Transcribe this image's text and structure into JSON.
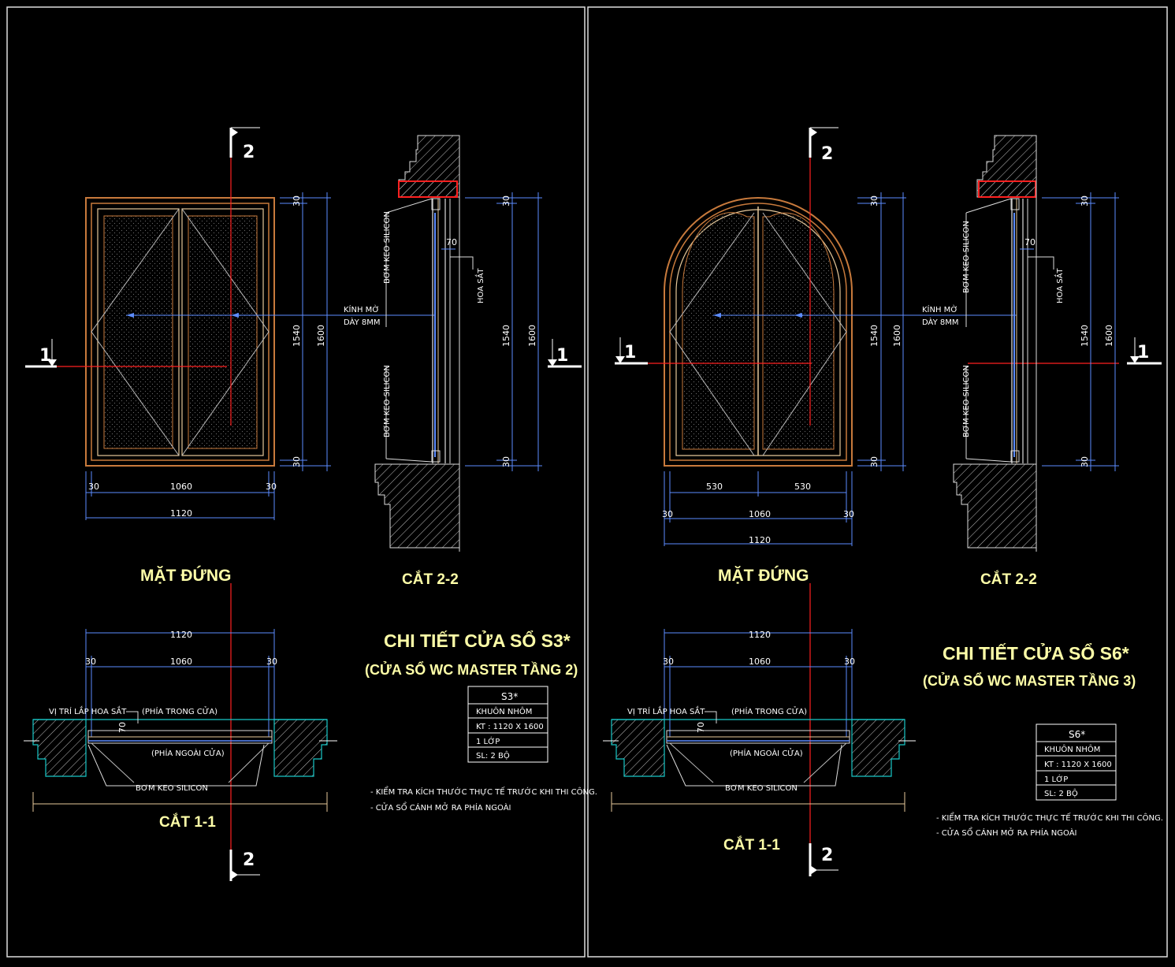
{
  "colors": {
    "background": "#000000",
    "frame_orange": "#C87A3C",
    "frame_light": "#E6C89A",
    "dim_blue": "#5C8CFF",
    "axis_red": "#FF2020",
    "title_yellow": "#FFFFA8",
    "hatch": "#CFCFCF",
    "cyan": "#18C8C8",
    "white": "#FFFFFF"
  },
  "sheets": [
    {
      "id": "S3",
      "elevation_title": "MẶT ĐỨNG",
      "section22_title": "CẮT 2-2",
      "section11_title": "CẮT 1-1",
      "main_title": "CHI TIẾT CỬA SỔ S3*",
      "sub_title": "(CỬA SỔ WC MASTER TẦNG 2)",
      "cut_marker_1": "1",
      "cut_marker_2": "2",
      "elevation_dims": {
        "side": "30",
        "inner_w": "1060",
        "total_w": "1120",
        "inner_h": "1540",
        "total_h": "1600"
      },
      "section22": {
        "glass_label_1": "KÍNH MỜ",
        "glass_label_2": "DÀY 8MM",
        "silicon_top": "BƠM KEO SILICON",
        "silicon_bottom": "BƠM KEO SILICON",
        "iron_label": "HOA SẮT",
        "gap": "70",
        "side": "30",
        "inner_h": "1540",
        "total_h": "1600"
      },
      "section11": {
        "total_w": "1120",
        "inner_w": "1060",
        "side": "30",
        "iron_position": "VỊ TRÍ LẮP HOA SẮT",
        "inside": "(PHÍA TRONG CỬA)",
        "outside": "(PHÍA NGOÀI CỬA)",
        "silicon": "BƠM KEO SILICON",
        "gap": "70"
      },
      "spec_table": [
        "S3*",
        "KHUÔN NHÔM",
        "KT : 1120 X 1600",
        "1 LỚP",
        "SL: 2 BỘ"
      ],
      "notes": [
        "- KIỂM TRA KÍCH THƯỚC THỰC TẾ TRƯỚC KHI THI CÔNG.",
        "- CỬA SỔ CÁNH MỞ RA PHÍA NGOÀI"
      ]
    },
    {
      "id": "S6",
      "elevation_title": "MẶT ĐỨNG",
      "section22_title": "CẮT 2-2",
      "section11_title": "CẮT 1-1",
      "main_title": "CHI TIẾT CỬA SỔ S6*",
      "sub_title": "(CỬA SỔ WC MASTER TẦNG 3)",
      "cut_marker_1": "1",
      "cut_marker_2": "2",
      "elevation_dims": {
        "half_w": "530",
        "side": "30",
        "inner_w": "1060",
        "total_w": "1120",
        "inner_h": "1540",
        "total_h": "1600"
      },
      "section22": {
        "glass_label_1": "KÍNH MỜ",
        "glass_label_2": "DÀY 8MM",
        "silicon_top": "BƠM KEO SILICON",
        "silicon_bottom": "BƠM KEO SILICON",
        "iron_label": "HOA SẮT",
        "gap": "70",
        "side": "30",
        "inner_h": "1540",
        "total_h": "1600"
      },
      "section11": {
        "total_w": "1120",
        "inner_w": "1060",
        "side": "30",
        "iron_position": "VỊ TRÍ LẮP HOA SẮT",
        "inside": "(PHÍA TRONG CỬA)",
        "outside": "(PHÍA NGOÀI CỬA)",
        "silicon": "BƠM KEO SILICON",
        "gap": "70"
      },
      "spec_table": [
        "S6*",
        "KHUÔN NHÔM",
        "KT : 1120 X 1600",
        "1 LỚP",
        "SL: 2 BỘ"
      ],
      "notes": [
        "- KIỂM TRA KÍCH THƯỚC THỰC TẾ TRƯỚC KHI THI CÔNG.",
        "- CỬA SỔ CÁNH MỞ RA PHÍA NGOÀI"
      ]
    }
  ]
}
